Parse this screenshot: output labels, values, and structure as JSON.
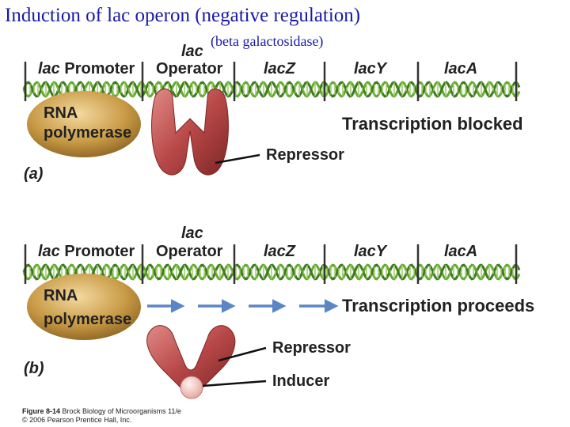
{
  "title": "Induction of lac operon (negative regulation)",
  "subtitle": "(beta galactosidase)",
  "panel_a": {
    "gene_labels": [
      "lac Promoter",
      "Operator",
      "lacZ",
      "lacY",
      "lacA"
    ],
    "operator_prefix": "lac",
    "rna_polymerase": [
      "RNA",
      "polymerase"
    ],
    "status": "Transcription blocked",
    "repressor": "Repressor",
    "panel_label": "(a)"
  },
  "panel_b": {
    "gene_labels": [
      "lac Promoter",
      "Operator",
      "lacZ",
      "lacY",
      "lacA"
    ],
    "operator_prefix": "lac",
    "rna_polymerase": [
      "RNA",
      "polymerase"
    ],
    "status": "Transcription proceeds",
    "repressor": "Repressor",
    "inducer": "Inducer",
    "panel_label": "(b)"
  },
  "caption": {
    "line1_bold": "Figure 8-14",
    "line1_rest": "Brock Biology of Microorganisms 11/e",
    "line2": "© 2006 Pearson Prentice Hall, Inc."
  },
  "colors": {
    "title": "#1a1aa6",
    "dna_strand": "#66aa33",
    "polymerase": "#c89a45",
    "repressor": "#b84848",
    "arrow": "#5b86c6",
    "inducer": "#f0c8c0"
  }
}
